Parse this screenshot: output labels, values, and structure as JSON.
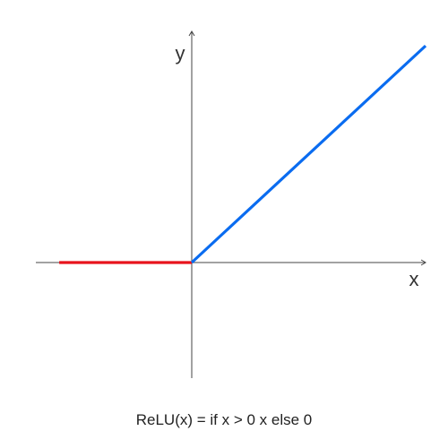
{
  "chart_data": {
    "type": "line",
    "title": "",
    "xlabel": "x",
    "ylabel": "y",
    "caption": "ReLU(x) = if x > 0 x else 0",
    "xlim": [
      -1,
      1.5
    ],
    "ylim": [
      -0.8,
      1.6
    ],
    "grid": false,
    "series": [
      {
        "color": "#e8141c",
        "x": [
          -0.85,
          0
        ],
        "y": [
          0,
          0
        ]
      },
      {
        "color": "#0a6cf0",
        "x": [
          0,
          1.5
        ],
        "y": [
          0,
          1.5
        ]
      }
    ]
  }
}
